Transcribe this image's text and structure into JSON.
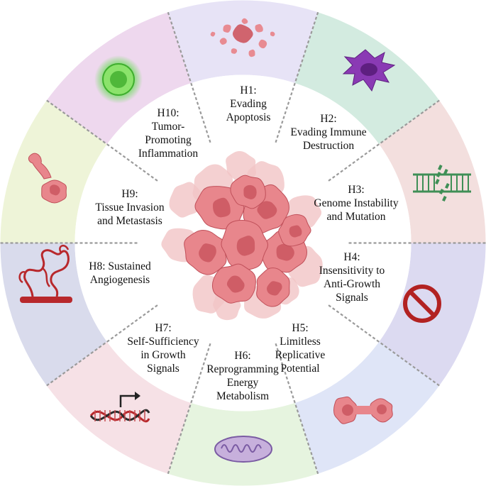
{
  "hallmarks": [
    {
      "id": "H1",
      "text": "H1:\nEvading\nApoptosis",
      "wedge_color": "#e7e3f6",
      "icon": "apoptotic-cell-icon"
    },
    {
      "id": "H2",
      "text": "H2:\nEvading Immune\nDestruction",
      "wedge_color": "#d3ebe0",
      "icon": "immune-cell-icon"
    },
    {
      "id": "H3",
      "text": "H3:\nGenome Instability\nand Mutation",
      "wedge_color": "#f3dfde",
      "icon": "broken-dna-icon"
    },
    {
      "id": "H4",
      "text": "H4:\nInsensitivity to\nAnti-Growth\nSignals",
      "wedge_color": "#dcdaf1",
      "icon": "prohibited-icon"
    },
    {
      "id": "H5",
      "text": "H5:\nLimitless\nReplicative\nPotential",
      "wedge_color": "#dfe5f7",
      "icon": "dividing-cell-icon"
    },
    {
      "id": "H6",
      "text": "H6:\nReprogramming\nEnergy\nMetabolism",
      "wedge_color": "#e6f4df",
      "icon": "mitochondrion-icon"
    },
    {
      "id": "H7",
      "text": "H7:\nSelf-Sufficiency\nin Growth\nSignals",
      "wedge_color": "#f6e1e6",
      "icon": "dna-transcription-icon"
    },
    {
      "id": "H8",
      "text": "H8: Sustained\nAngiogenesis",
      "wedge_color": "#d9dbec",
      "icon": "blood-vessel-icon"
    },
    {
      "id": "H9",
      "text": "H9:\nTissue Invasion\nand Metastasis",
      "wedge_color": "#eef4d8",
      "icon": "migrating-cell-icon"
    },
    {
      "id": "H10",
      "text": "H10:\nTumor-\nPromoting\nInflammation",
      "wedge_color": "#eed8ee",
      "icon": "inflamed-cell-icon"
    }
  ],
  "colors": {
    "cell_fill": "#e8868c",
    "cell_nucleus": "#cf5d66",
    "cell_stroke": "#c0505a",
    "ghost_cell": "#f1c4c6",
    "divider": "#9a9a9a",
    "vessel": "#b8282c",
    "immune": "#8a3ab4",
    "dna_green": "#3f8f56",
    "prohibit_red": "#b22222",
    "glow_green": "#5fdc4c"
  }
}
